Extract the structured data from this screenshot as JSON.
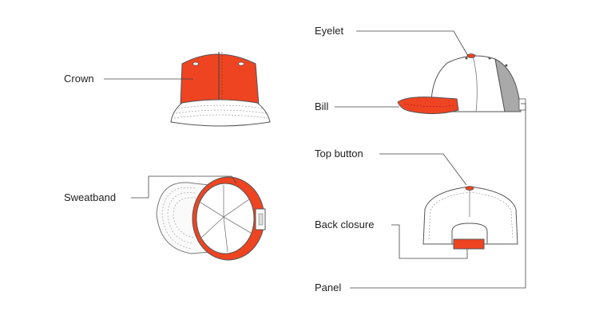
{
  "labels": {
    "crown": "Crown",
    "sweatband": "Sweatband",
    "eyelet": "Eyelet",
    "bill": "Bill",
    "top_button": "Top button",
    "back_closure": "Back closure",
    "panel": "Panel"
  },
  "colors": {
    "accent": "#ee4422",
    "panel_gray": "#a9a9a9",
    "outline": "#555555",
    "leader": "#444444",
    "white": "#ffffff"
  },
  "icons": {
    "front_view": "cap-front-view-icon",
    "underside_view": "cap-underside-view-icon",
    "side_view": "cap-side-view-icon",
    "back_view": "cap-back-view-icon"
  }
}
